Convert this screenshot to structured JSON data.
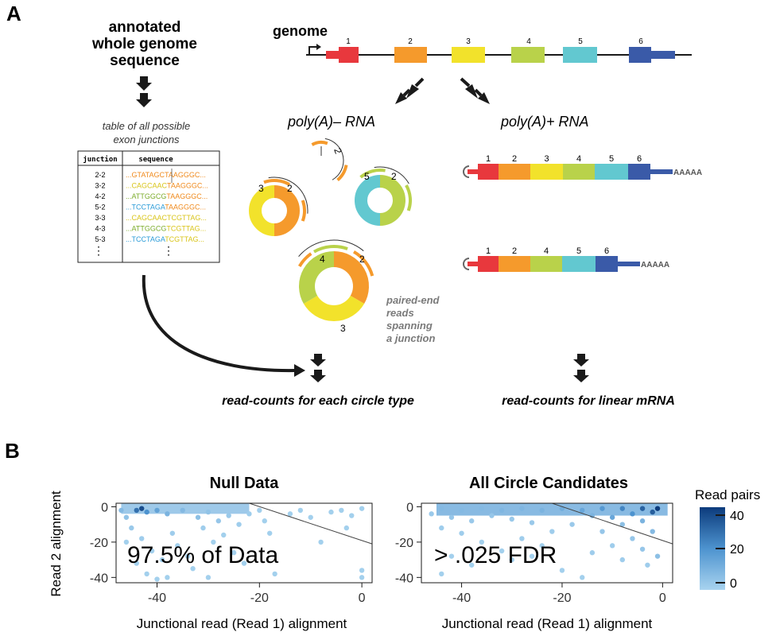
{
  "panel_a": {
    "label": "A",
    "left_title_lines": [
      "annotated",
      "whole genome",
      "sequence"
    ],
    "table_caption_lines": [
      "table of all possible",
      "exon junctions"
    ],
    "table": {
      "col_junction": "junction",
      "col_sequence": "sequence",
      "rows": [
        {
          "junction": "2-2",
          "left": "GTATAGC",
          "right": "TAAGGGC",
          "lc": "orange",
          "rc": "orange"
        },
        {
          "junction": "3-2",
          "left": "CAGCAAC",
          "right": "TAAGGGC",
          "lc": "yellow",
          "rc": "orange"
        },
        {
          "junction": "4-2",
          "left": "ATTGGCG",
          "right": "TAAGGGC",
          "lc": "green",
          "rc": "orange"
        },
        {
          "junction": "5-2",
          "left": "TCCTAGA",
          "right": "TAAGGGC",
          "lc": "cyan",
          "rc": "orange"
        },
        {
          "junction": "3-3",
          "left": "CAGCAAC",
          "right": "TCGTTAG",
          "lc": "yellow",
          "rc": "yellow"
        },
        {
          "junction": "4-3",
          "left": "ATTGGCG",
          "right": "TCGTTAG",
          "lc": "green",
          "rc": "yellow"
        },
        {
          "junction": "5-3",
          "left": "TCCTAGA",
          "right": "TCGTTAG",
          "lc": "cyan",
          "rc": "yellow"
        }
      ],
      "ellipsis": "⋮"
    },
    "genome_label": "genome",
    "exon_numbers": [
      "1",
      "2",
      "3",
      "4",
      "5",
      "6"
    ],
    "polyA_minus_label": "poly(A)– RNA",
    "polyA_plus_label": "poly(A)+ RNA",
    "paired_end_lines": [
      "paired-end",
      "reads",
      "spanning",
      "a junction"
    ],
    "polyA_tail": "AAAAA",
    "read_counts_circle": "read-counts for each circle type",
    "read_counts_linear": "read-counts for linear mRNA",
    "circle_labels": {
      "small": [
        "2"
      ],
      "c32": [
        "3",
        "2"
      ],
      "c52": [
        "5",
        "2"
      ],
      "c423": [
        "4",
        "2",
        "3"
      ]
    },
    "linear_labels_1": [
      "1",
      "2",
      "3",
      "4",
      "5",
      "6"
    ],
    "linear_labels_2": [
      "1",
      "2",
      "4",
      "5",
      "6"
    ],
    "colors": {
      "exon1": "#e8383d",
      "exon2": "#f59a2c",
      "exon3": "#f2e22b",
      "exon4": "#b9d24a",
      "exon5": "#62c8d0",
      "exon6": "#3a5aa8",
      "orange": "#f08a1c",
      "yellow": "#d9c51a",
      "green": "#7dad2c",
      "cyan": "#2c9cd8"
    }
  },
  "panel_b": {
    "label": "B",
    "ylabel": "Read  2 alignment",
    "legend_title": "Read pairs",
    "legend_ticks": [
      "40",
      "20",
      "0"
    ],
    "charts": [
      {
        "title": "Null Data",
        "xlabel": "Junctional read (Read 1) alignment",
        "annotation": "97.5% of Data"
      },
      {
        "title": "All Circle Candidates",
        "xlabel": "Junctional read (Read 1) alignment",
        "annotation": "> .025 FDR"
      }
    ]
  },
  "chart_data": [
    {
      "type": "scatter",
      "title": "Null Data",
      "xlabel": "Junctional read (Read 1) alignment",
      "ylabel": "Read  2 alignment",
      "xlim": [
        -48,
        2
      ],
      "ylim": [
        -43,
        2
      ],
      "x_ticks": [
        -40,
        -20,
        0
      ],
      "y_ticks": [
        0,
        -20,
        -40
      ],
      "threshold_line": {
        "x": [
          -22,
          2
        ],
        "y": [
          2,
          -21
        ]
      },
      "points": [
        {
          "x": -44,
          "y": -2,
          "v": 30
        },
        {
          "x": -43,
          "y": -1,
          "v": 40
        },
        {
          "x": -42,
          "y": -3,
          "v": 20
        },
        {
          "x": -40,
          "y": -2,
          "v": 15
        },
        {
          "x": -38,
          "y": -4,
          "v": 10
        },
        {
          "x": -35,
          "y": -2,
          "v": 8
        },
        {
          "x": -32,
          "y": -6,
          "v": 6
        },
        {
          "x": -30,
          "y": -3,
          "v": 5
        },
        {
          "x": -28,
          "y": -8,
          "v": 4
        },
        {
          "x": -26,
          "y": -5,
          "v": 3
        },
        {
          "x": -24,
          "y": -10,
          "v": 2
        },
        {
          "x": -22,
          "y": -4,
          "v": 2
        },
        {
          "x": -45,
          "y": -12,
          "v": 3
        },
        {
          "x": -43,
          "y": -18,
          "v": 2
        },
        {
          "x": -41,
          "y": -25,
          "v": 1
        },
        {
          "x": -39,
          "y": -30,
          "v": 1
        },
        {
          "x": -37,
          "y": -15,
          "v": 2
        },
        {
          "x": -36,
          "y": -22,
          "v": 1
        },
        {
          "x": -34,
          "y": -28,
          "v": 1
        },
        {
          "x": -33,
          "y": -35,
          "v": 1
        },
        {
          "x": -31,
          "y": -12,
          "v": 2
        },
        {
          "x": -29,
          "y": -20,
          "v": 1
        },
        {
          "x": -27,
          "y": -16,
          "v": 1
        },
        {
          "x": -25,
          "y": -26,
          "v": 1
        },
        {
          "x": -44,
          "y": -32,
          "v": 1
        },
        {
          "x": -42,
          "y": -38,
          "v": 1
        },
        {
          "x": -40,
          "y": -41,
          "v": 1
        },
        {
          "x": -38,
          "y": -40,
          "v": 1
        },
        {
          "x": -30,
          "y": -40,
          "v": 1
        },
        {
          "x": -20,
          "y": -2,
          "v": 1
        },
        {
          "x": -19,
          "y": -8,
          "v": 1
        },
        {
          "x": -18,
          "y": -15,
          "v": 1
        },
        {
          "x": -17,
          "y": -38,
          "v": 1
        },
        {
          "x": -14,
          "y": -4,
          "v": 1
        },
        {
          "x": -12,
          "y": -2,
          "v": 1
        },
        {
          "x": -10,
          "y": -6,
          "v": 1
        },
        {
          "x": -8,
          "y": -20,
          "v": 1
        },
        {
          "x": -6,
          "y": -3,
          "v": 1
        },
        {
          "x": -4,
          "y": -2,
          "v": 1
        },
        {
          "x": -2,
          "y": -5,
          "v": 1
        },
        {
          "x": 0,
          "y": -1,
          "v": 1
        },
        {
          "x": 0,
          "y": -36,
          "v": 1
        },
        {
          "x": 0,
          "y": -40,
          "v": 1
        },
        {
          "x": -3,
          "y": -12,
          "v": 1
        },
        {
          "x": -46,
          "y": -6,
          "v": 5
        },
        {
          "x": -47,
          "y": -2,
          "v": 8
        },
        {
          "x": -46,
          "y": -20,
          "v": 1
        },
        {
          "x": -23,
          "y": -32,
          "v": 1
        }
      ]
    },
    {
      "type": "scatter",
      "title": "All Circle Candidates",
      "xlabel": "Junctional read (Read 1) alignment",
      "ylabel": "Read  2 alignment",
      "xlim": [
        -48,
        2
      ],
      "ylim": [
        -43,
        2
      ],
      "x_ticks": [
        -40,
        -20,
        0
      ],
      "y_ticks": [
        0,
        -20,
        -40
      ],
      "threshold_line": {
        "x": [
          -22,
          2
        ],
        "y": [
          2,
          -21
        ]
      },
      "points": [
        {
          "x": -44,
          "y": -1,
          "v": 8
        },
        {
          "x": -40,
          "y": -2,
          "v": 8
        },
        {
          "x": -36,
          "y": -1,
          "v": 8
        },
        {
          "x": -32,
          "y": -2,
          "v": 9
        },
        {
          "x": -28,
          "y": -1,
          "v": 9
        },
        {
          "x": -24,
          "y": -2,
          "v": 10
        },
        {
          "x": -20,
          "y": -1,
          "v": 12
        },
        {
          "x": -16,
          "y": -2,
          "v": 14
        },
        {
          "x": -12,
          "y": -1,
          "v": 18
        },
        {
          "x": -8,
          "y": -1,
          "v": 24
        },
        {
          "x": -4,
          "y": -1,
          "v": 34
        },
        {
          "x": -1,
          "y": -1,
          "v": 45
        },
        {
          "x": -2,
          "y": -3,
          "v": 35
        },
        {
          "x": -6,
          "y": -4,
          "v": 20
        },
        {
          "x": -10,
          "y": -6,
          "v": 14
        },
        {
          "x": -14,
          "y": -5,
          "v": 10
        },
        {
          "x": -42,
          "y": -6,
          "v": 4
        },
        {
          "x": -38,
          "y": -8,
          "v": 3
        },
        {
          "x": -34,
          "y": -5,
          "v": 4
        },
        {
          "x": -30,
          "y": -7,
          "v": 3
        },
        {
          "x": -26,
          "y": -9,
          "v": 3
        },
        {
          "x": -44,
          "y": -12,
          "v": 2
        },
        {
          "x": -40,
          "y": -15,
          "v": 2
        },
        {
          "x": -36,
          "y": -20,
          "v": 1
        },
        {
          "x": -32,
          "y": -25,
          "v": 1
        },
        {
          "x": -42,
          "y": -28,
          "v": 1
        },
        {
          "x": -38,
          "y": -33,
          "v": 1
        },
        {
          "x": -44,
          "y": -38,
          "v": 1
        },
        {
          "x": -30,
          "y": -30,
          "v": 1
        },
        {
          "x": -28,
          "y": -18,
          "v": 2
        },
        {
          "x": -22,
          "y": -14,
          "v": 2
        },
        {
          "x": -18,
          "y": -10,
          "v": 3
        },
        {
          "x": -12,
          "y": -14,
          "v": 4
        },
        {
          "x": -8,
          "y": -10,
          "v": 6
        },
        {
          "x": -4,
          "y": -8,
          "v": 10
        },
        {
          "x": -2,
          "y": -14,
          "v": 8
        },
        {
          "x": -6,
          "y": -18,
          "v": 4
        },
        {
          "x": -10,
          "y": -22,
          "v": 2
        },
        {
          "x": -14,
          "y": -26,
          "v": 2
        },
        {
          "x": -4,
          "y": -24,
          "v": 4
        },
        {
          "x": -1,
          "y": -28,
          "v": 6
        },
        {
          "x": -8,
          "y": -30,
          "v": 2
        },
        {
          "x": -3,
          "y": -33,
          "v": 2
        },
        {
          "x": -20,
          "y": -36,
          "v": 1
        },
        {
          "x": -24,
          "y": -22,
          "v": 1
        },
        {
          "x": -16,
          "y": -40,
          "v": 1
        },
        {
          "x": -46,
          "y": -4,
          "v": 3
        },
        {
          "x": -26,
          "y": -28,
          "v": 1
        }
      ]
    }
  ]
}
